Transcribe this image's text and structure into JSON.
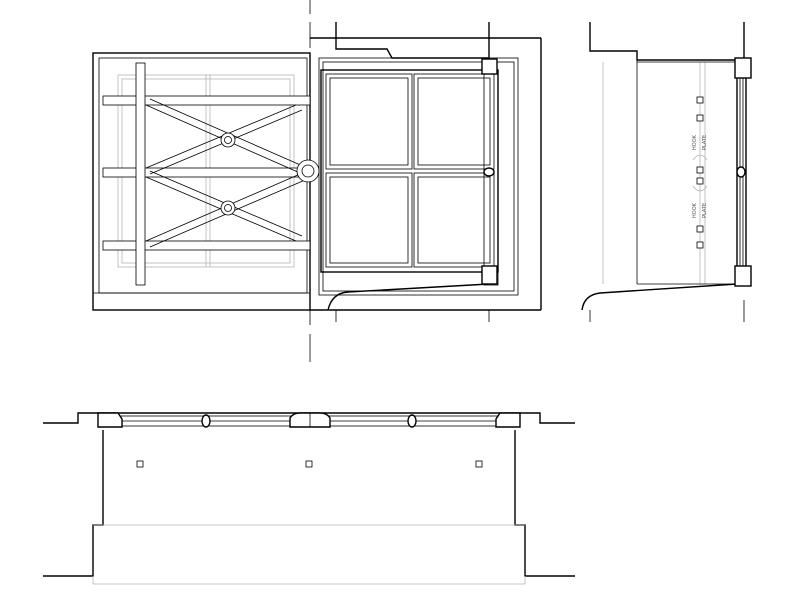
{
  "drawing": {
    "views": [
      "exterior-interior-elevation",
      "side-section",
      "plan-section"
    ],
    "colors": {
      "line": "#000000",
      "light_line": "#8a8a8a",
      "faint_line": "#b4b4b4",
      "background": "#ffffff"
    },
    "side_section_notes": [
      "HOOK",
      "PLATE",
      "HOOK",
      "PLATE"
    ]
  }
}
